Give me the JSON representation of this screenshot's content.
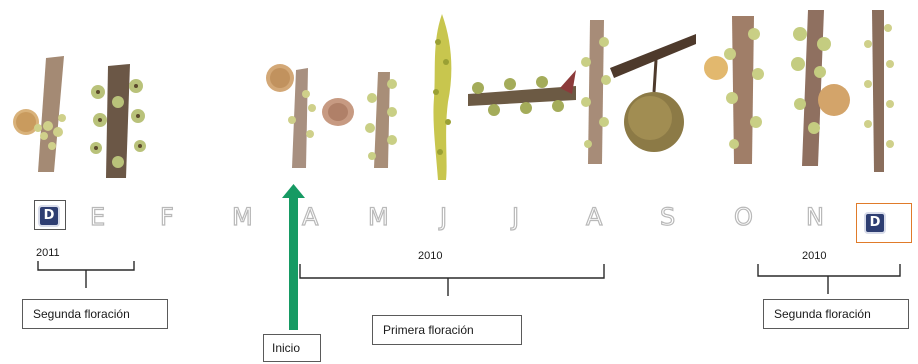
{
  "months": [
    "D",
    "E",
    "F",
    "M",
    "A",
    "M",
    "J",
    "J",
    "A",
    "S",
    "O",
    "N",
    "D"
  ],
  "years": {
    "left": "2011",
    "middle": "2010",
    "right": "2010"
  },
  "labels": {
    "second_bloom_left": "Segunda floración",
    "first_bloom": "Primera floración",
    "second_bloom_right": "Segunda floración",
    "start": "Inicio"
  },
  "colors": {
    "arrow": "#169a63",
    "highlight_left": "#2e3e72",
    "highlight_right": "#e07b2a",
    "stem": "#8a6a52",
    "flower": "#c8c87a"
  },
  "icons": [
    "flowering-branch-icon",
    "start-arrow-icon"
  ]
}
